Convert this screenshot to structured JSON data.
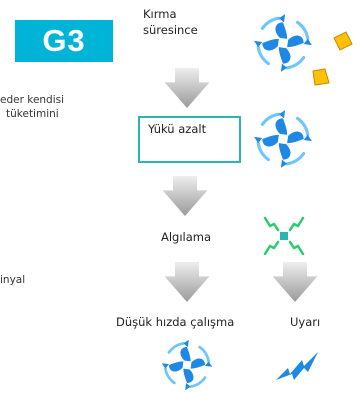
{
  "badge": {
    "text": "G3"
  },
  "side_text": {
    "line1": "eder kendisi",
    "line2": "tüketimini",
    "line3": "inyal"
  },
  "labels": {
    "kirma_line1": "Kırma",
    "kirma_line2": "süresince",
    "yuku_azalt": "Yükü azalt",
    "algilama": "Algılama",
    "dusuk_hizda": "Düşük hızda çalışma",
    "uyari": "Uyarı"
  },
  "icons": {
    "fan": "fan-icon",
    "broken_fragments": "fragment-icon",
    "signal": "signal-burst-icon",
    "lightning": "lightning-icon",
    "arrow": "down-arrow-icon"
  },
  "colors": {
    "badge": "#00b4d8",
    "box_border": "#2ab5b1",
    "fan_blue": "#1e88e5",
    "fan_arc": "#6ec6ff",
    "fragment_yellow": "#ffc107",
    "signal_green": "#2ecc71",
    "lightning_blue": "#1e88e5",
    "arrow_gray": "#a9a9a9"
  }
}
